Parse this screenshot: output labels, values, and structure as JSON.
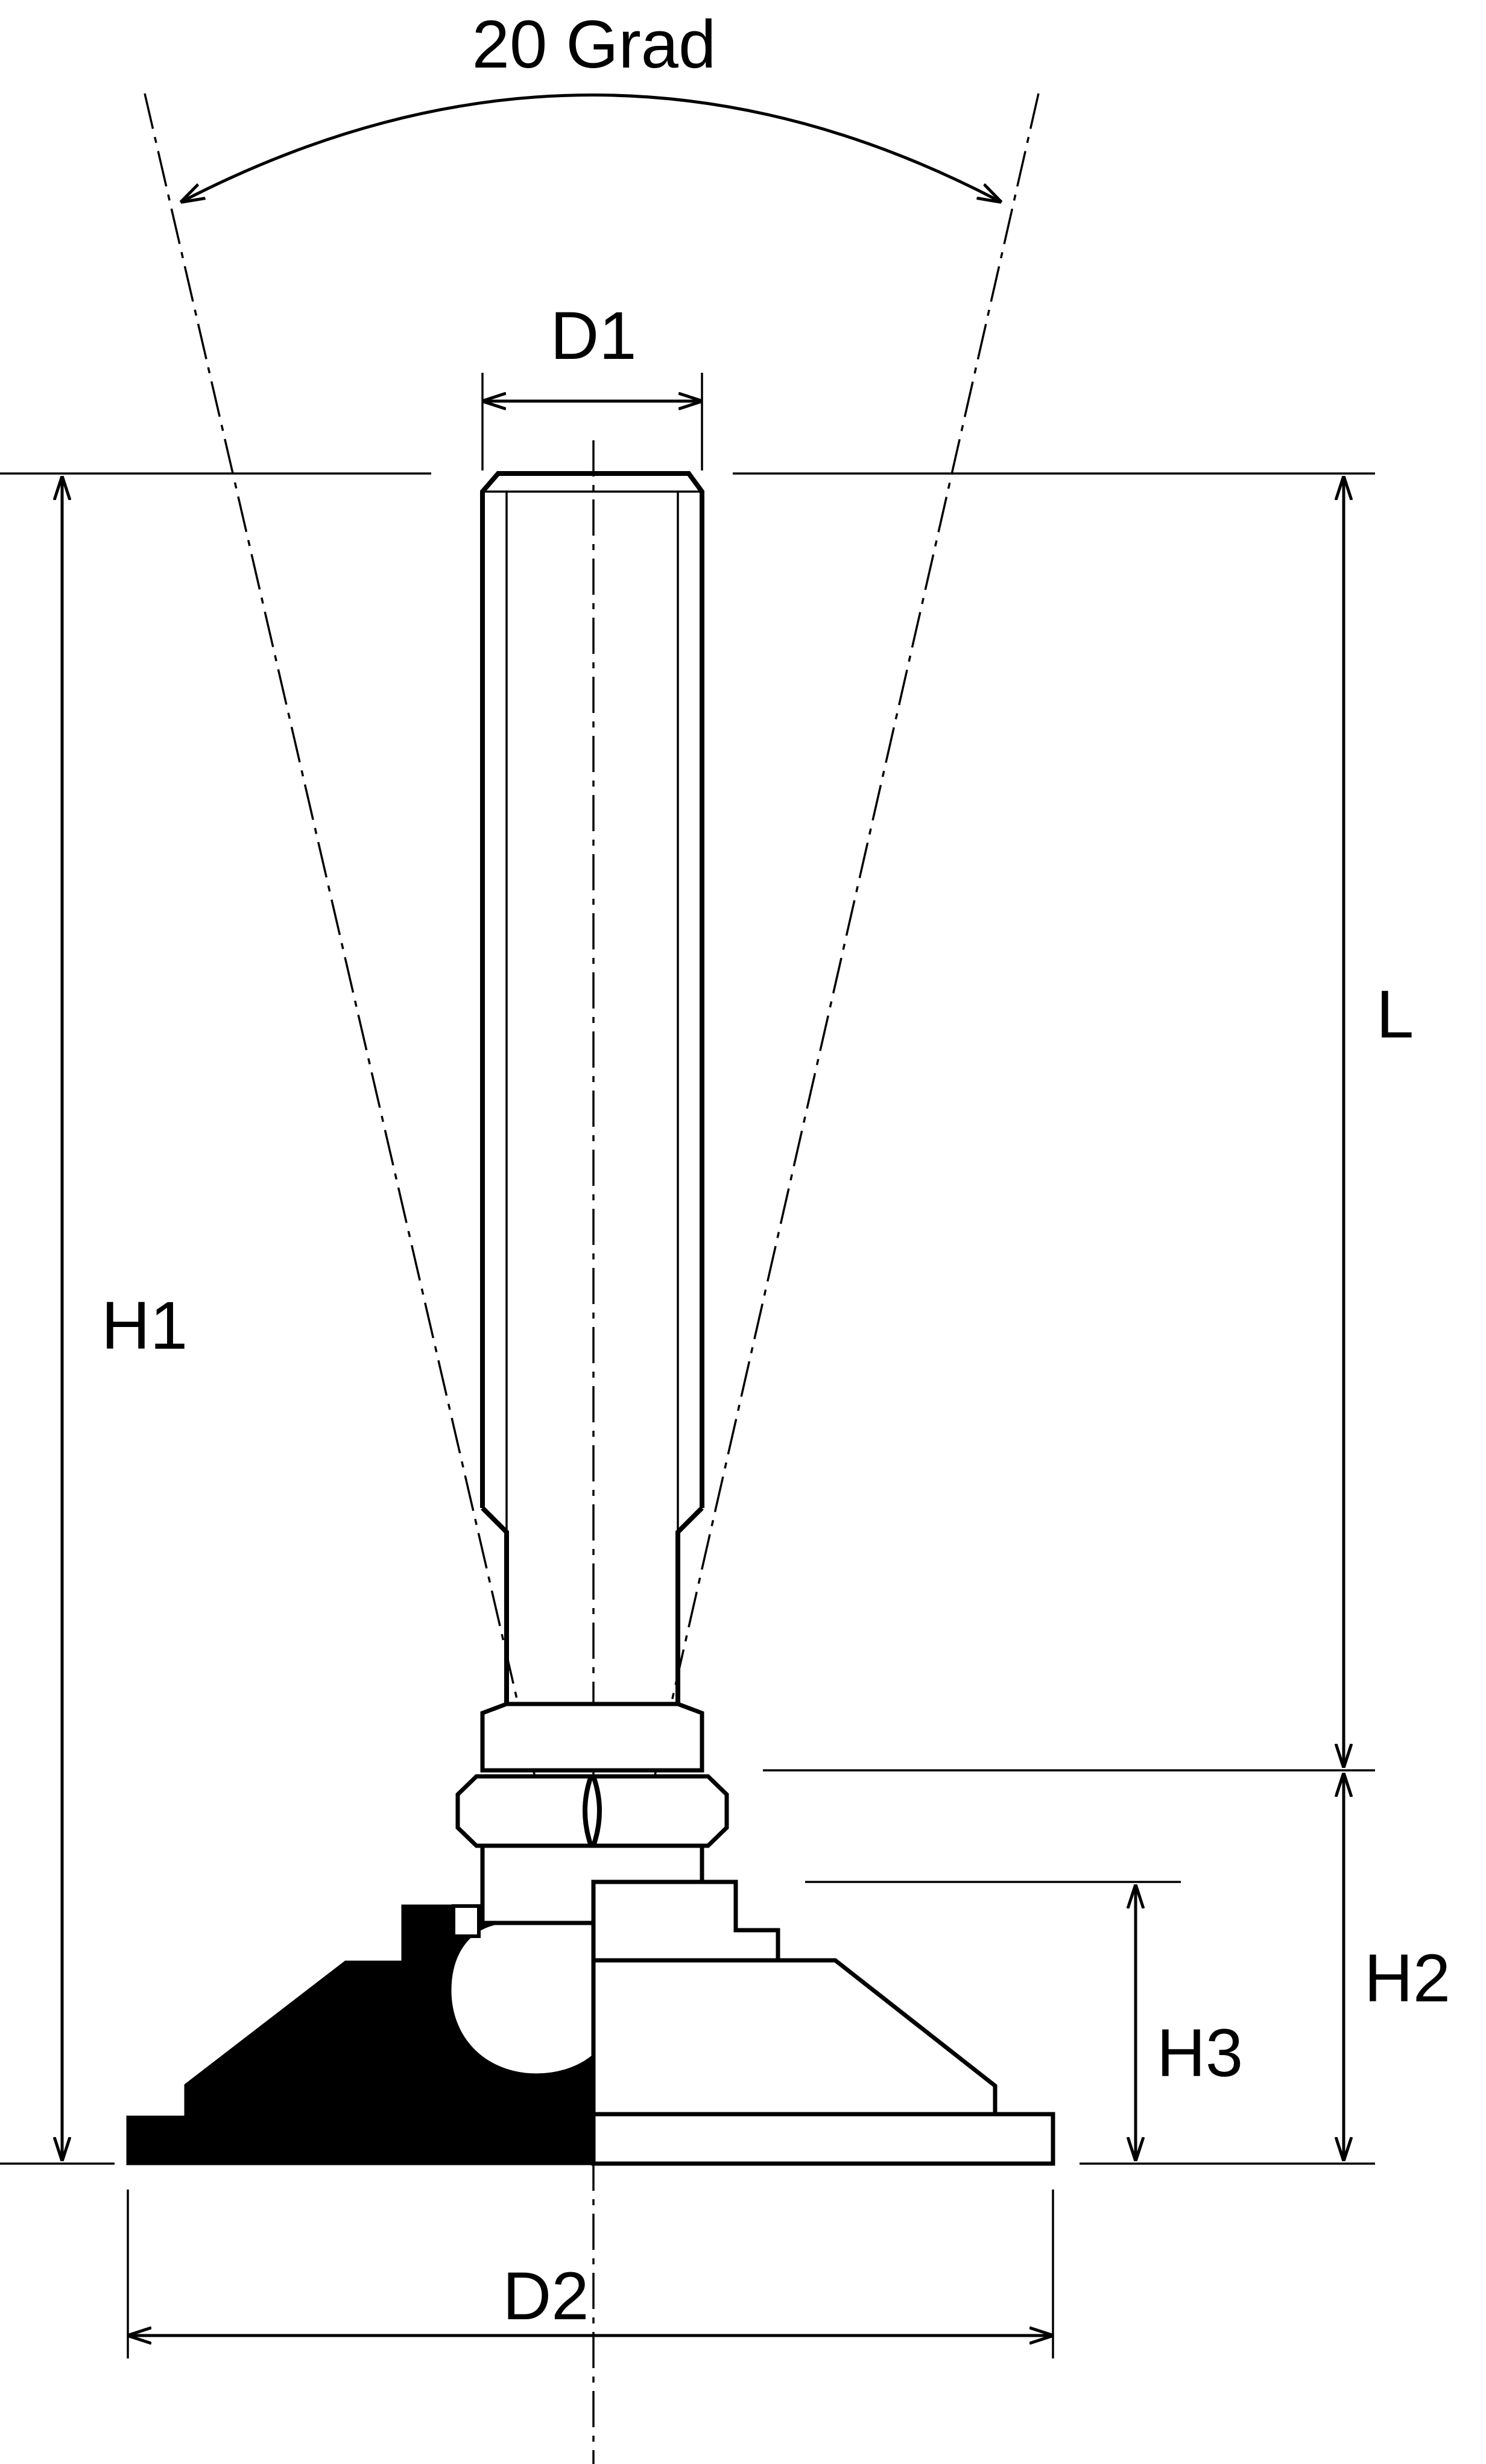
{
  "labels": {
    "angle": "20 Grad",
    "d1": "D1",
    "d2": "D2",
    "h1": "H1",
    "h2": "H2",
    "h3": "H3",
    "l": "L"
  },
  "colors": {
    "ink": "#000000",
    "paper": "#ffffff"
  }
}
